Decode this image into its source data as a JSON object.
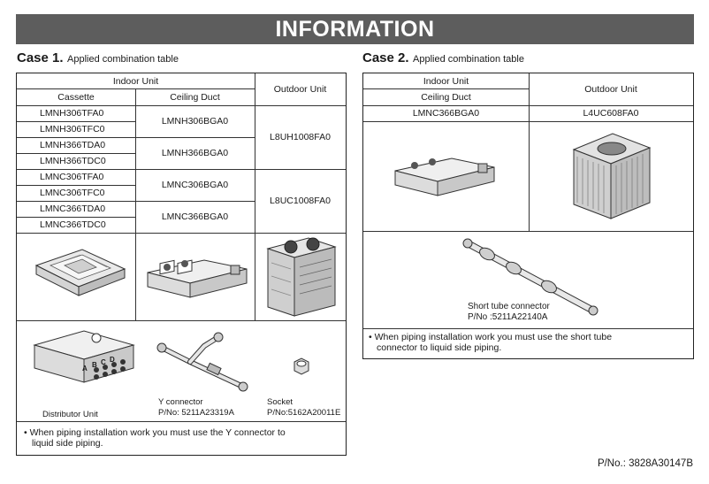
{
  "banner_title": "INFORMATION",
  "case1": {
    "label": "Case 1.",
    "subtitle": "Applied combination table",
    "header": {
      "indoor_unit": "Indoor Unit",
      "cassette": "Cassette",
      "ceiling_duct": "Ceiling Duct",
      "outdoor_unit": "Outdoor Unit"
    },
    "cassette_models": [
      "LMNH306TFA0",
      "LMNH306TFC0",
      "LMNH366TDA0",
      "LMNH366TDC0",
      "LMNC306TFA0",
      "LMNC306TFC0",
      "LMNC366TDA0",
      "LMNC366TDC0"
    ],
    "duct_models": [
      "LMNH306BGA0",
      "LMNH366BGA0",
      "LMNC306BGA0",
      "LMNC366BGA0"
    ],
    "outdoor_models": [
      "L8UH1008FA0",
      "L8UC1008FA0"
    ],
    "accessories": {
      "distributor": "Distributor Unit",
      "y_connector": "Y connector",
      "y_connector_pn": "P/No: 5211A23319A",
      "socket": "Socket",
      "socket_pn": "P/No:5162A20011E"
    },
    "note_line1": "• When piping installation work you must use the Y connector to",
    "note_line2": "liquid side piping."
  },
  "case2": {
    "label": "Case 2.",
    "subtitle": "Applied combination table",
    "header": {
      "indoor_unit": "Indoor Unit",
      "ceiling_duct": "Ceiling Duct",
      "outdoor_unit": "Outdoor Unit"
    },
    "duct_model": "LMNC366BGA0",
    "outdoor_model": "L4UC608FA0",
    "connector": "Short tube connector",
    "connector_pn": "P/No :5211A22140A",
    "note_line1": "• When piping installation work you must use the short tube",
    "note_line2": "connector to liquid side piping."
  },
  "part_number": "P/No.: 3828A30147B",
  "distributor_port_letters": [
    "A",
    "B",
    "C",
    "D"
  ]
}
